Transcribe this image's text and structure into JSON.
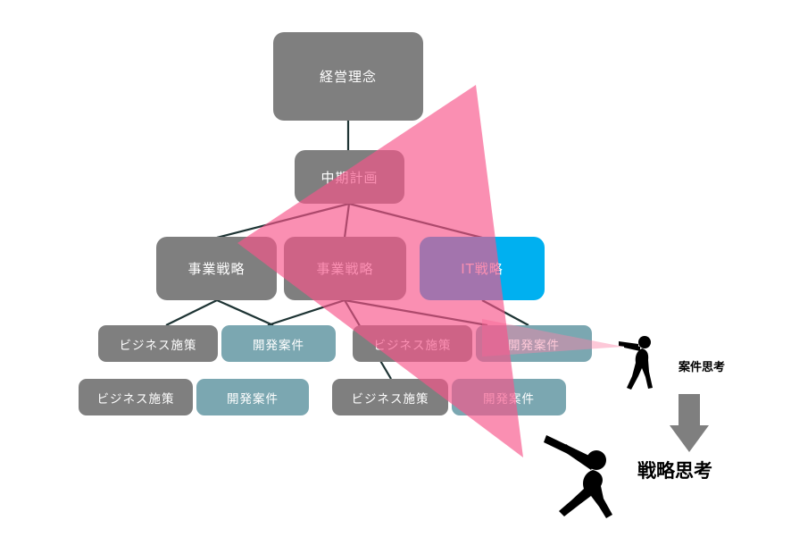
{
  "nodes": {
    "management_philosophy": "経営理念",
    "midterm_plan": "中期計画",
    "business_strategy": "事業戦略",
    "it_strategy": "IT戦略",
    "business_measure": "ビジネス施策",
    "development_project": "開発案件"
  },
  "annotations": {
    "project_thinking": "案件思考",
    "strategy_thinking": "戦略思考"
  },
  "icons": {
    "small_figure": "person-with-telescope-icon",
    "large_figure": "person-with-telescope-icon",
    "down_arrow": "down-block-arrow"
  },
  "colors": {
    "gray_box": "#7f7f7f",
    "teal_box": "#7ba7b1",
    "blue_box": "#00b0f0",
    "beam_pink": "#f7558a",
    "beam_pale_pink": "#fa86a8",
    "connector_dark": "#1e3434",
    "arrow_gray": "#7f7f7f",
    "figure_black": "#000000"
  }
}
